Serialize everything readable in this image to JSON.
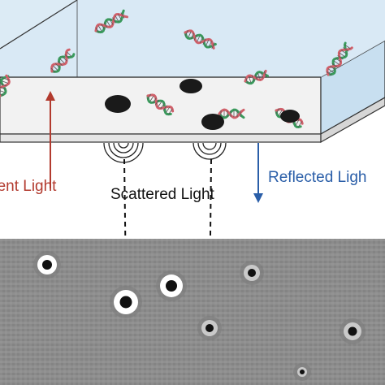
{
  "labels": {
    "incident": "dent Light",
    "scattered": "Scattered Light",
    "reflected": "Reflected Ligh"
  },
  "colors": {
    "incident_arrow": "#b23a2e",
    "reflected_arrow": "#2a5ea8",
    "scattered_arrow": "#111111",
    "glass_top": "#dcebf5",
    "glass_side": "#c8dff0",
    "glass_front": "#f3f3f3",
    "dna_green": "#3a9a5c",
    "dna_red": "#d0606a",
    "particle": "#1a1a1a",
    "image_background": "#8c8c8c"
  },
  "icons": {
    "dna": "double-helix-icon",
    "particle": "binding-particle-icon",
    "scatter_waves": "scattered-wavefront-icon",
    "spot": "iscat-spot-icon"
  }
}
